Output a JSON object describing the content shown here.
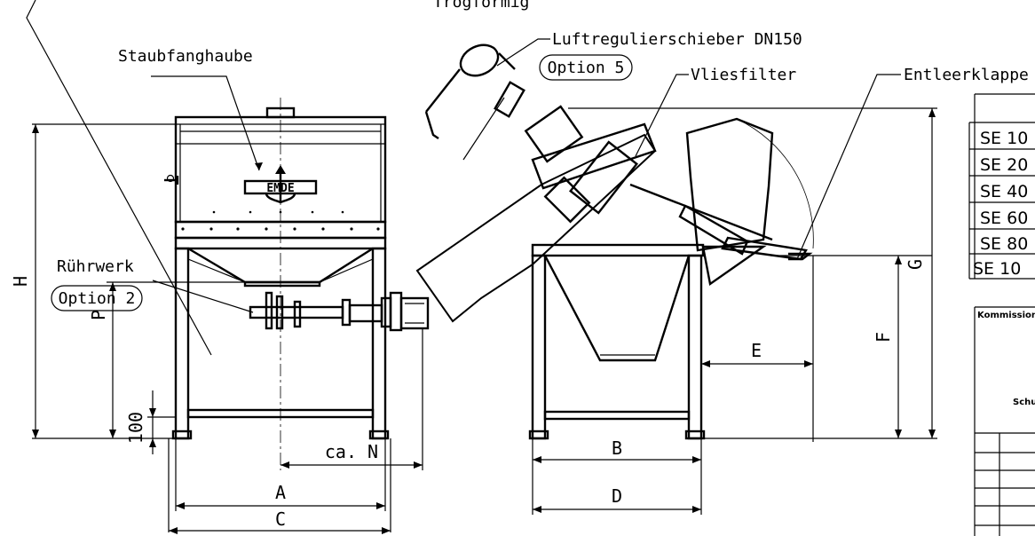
{
  "labels": {
    "top_cut": "Trogförmig",
    "hood": "Staubfanghaube",
    "agitator": "Rührwerk",
    "agitator_option": "Option 2",
    "air_slide": "Luftregulierschieber DN150",
    "air_slide_option": "Option 5",
    "filter": "Vliesfilter",
    "flap": "Entleerklappe",
    "logo": "EMDE"
  },
  "dimensions": {
    "A": "A",
    "B": "B",
    "C": "C",
    "D": "D",
    "E": "E",
    "F": "F",
    "G": "G",
    "H": "H",
    "N": "ca. N",
    "P": "P",
    "offset_100": "100"
  },
  "table": {
    "rows": [
      "SE 10",
      "SE 20",
      "SE 40",
      "SE 60",
      "SE 80",
      "SE 10"
    ]
  },
  "title_block": {
    "commission": "Kommission",
    "protection": "Schut"
  }
}
